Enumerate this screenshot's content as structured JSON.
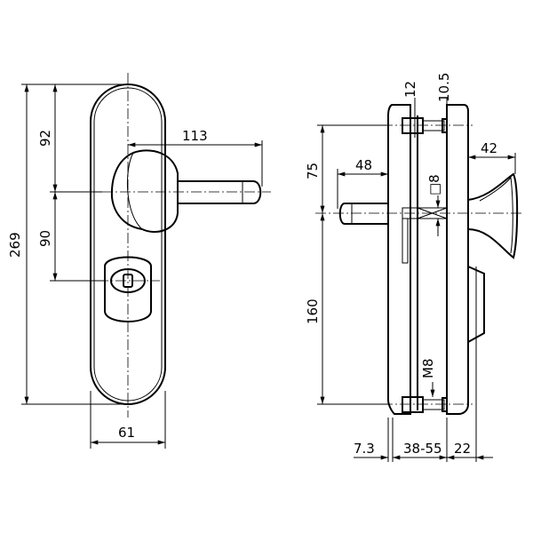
{
  "front_view": {
    "dimensions": {
      "overall_height": "269",
      "top_to_handle": "92",
      "handle_to_key": "90",
      "lever_length": "113",
      "plate_width": "61"
    }
  },
  "side_view": {
    "dimensions": {
      "bolt_to_spindle": "75",
      "spindle_to_bolt": "160",
      "spindle_length": "48",
      "spindle_square": "□8",
      "bolt_12": "12",
      "bolt_10_5": "10.5",
      "knob_projection": "42",
      "screw_thread": "M8",
      "outer_offset": "7.3",
      "door_thickness": "38-55",
      "inner_projection": "22"
    }
  }
}
